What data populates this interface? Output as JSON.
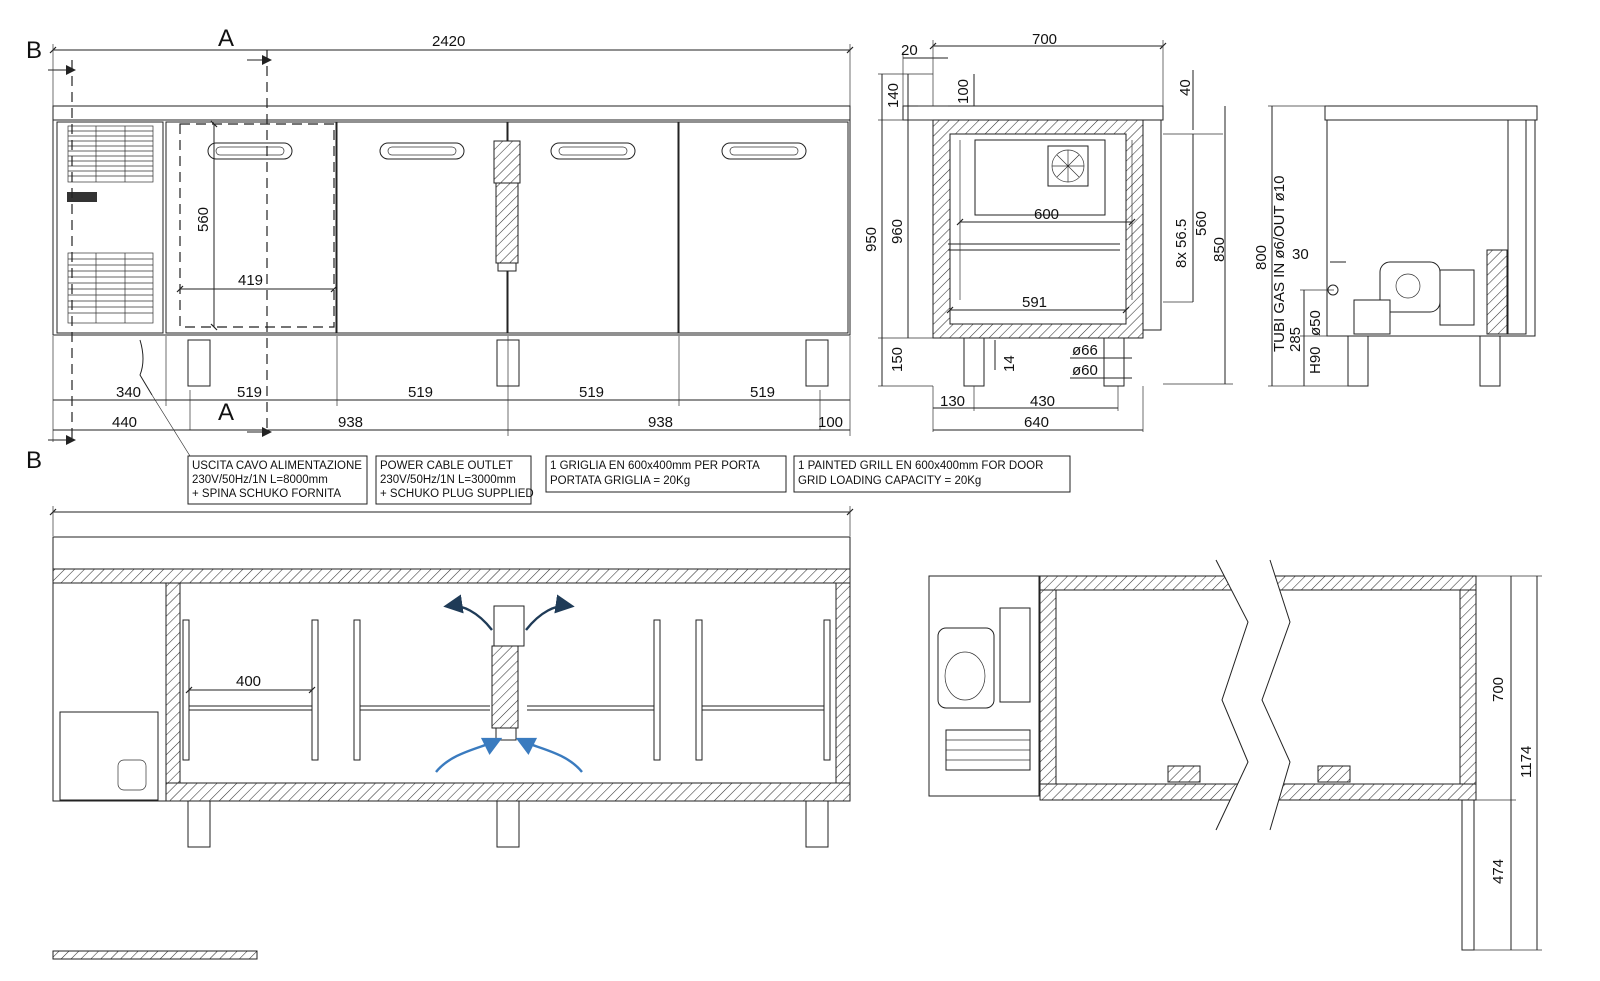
{
  "section_marks": {
    "a_top": "A",
    "a_bottom": "A",
    "b_top": "B",
    "b_bottom": "B"
  },
  "front_view": {
    "overall_width": "2420",
    "door_height": "560",
    "drawer_width": "419",
    "bottom_row": [
      "340",
      "519",
      "519",
      "519",
      "519"
    ],
    "footer_row": [
      "440",
      "938",
      "938",
      "100"
    ]
  },
  "side_view": {
    "top_dims": [
      "20",
      "700",
      "40"
    ],
    "left_dims": [
      "140",
      "100",
      "950",
      "960",
      "150"
    ],
    "inner_width": "600",
    "inner_depth": "591",
    "shelf_pitch": "8x  56.5",
    "right_dims": [
      "560",
      "850"
    ],
    "foot_dims": [
      "14",
      "ø66",
      "ø60"
    ],
    "base_dims": [
      "130",
      "430",
      "640"
    ]
  },
  "rear_view": {
    "gas_label": "TUBI  GAS  IN  ø6/OUT  ø10",
    "dims": [
      "800",
      "30",
      "285",
      "H90",
      "ø50"
    ]
  },
  "notes": [
    {
      "lines": [
        "USCITA CAVO ALIMENTAZIONE",
        "230V/50Hz/1N L=8000mm",
        "+ SPINA SCHUKO FORNITA"
      ]
    },
    {
      "lines": [
        "POWER CABLE OUTLET",
        "230V/50Hz/1N L=3000mm",
        "+ SCHUKO PLUG SUPPLIED"
      ]
    },
    {
      "lines": [
        "1 GRIGLIA EN 600x400mm PER PORTA",
        "PORTATA GRIGLIA = 20Kg"
      ]
    },
    {
      "lines": [
        "1 PAINTED GRILL EN 600x400mm FOR DOOR",
        "GRID LOADING CAPACITY = 20Kg"
      ]
    }
  ],
  "plan_view": {
    "grill_width": "400"
  },
  "section_view": {
    "dims": [
      "700",
      "1174",
      "474"
    ]
  },
  "colors": {
    "airflow_dark": "#1f3b57",
    "airflow_light": "#3a7bbf",
    "line": "#222222"
  }
}
